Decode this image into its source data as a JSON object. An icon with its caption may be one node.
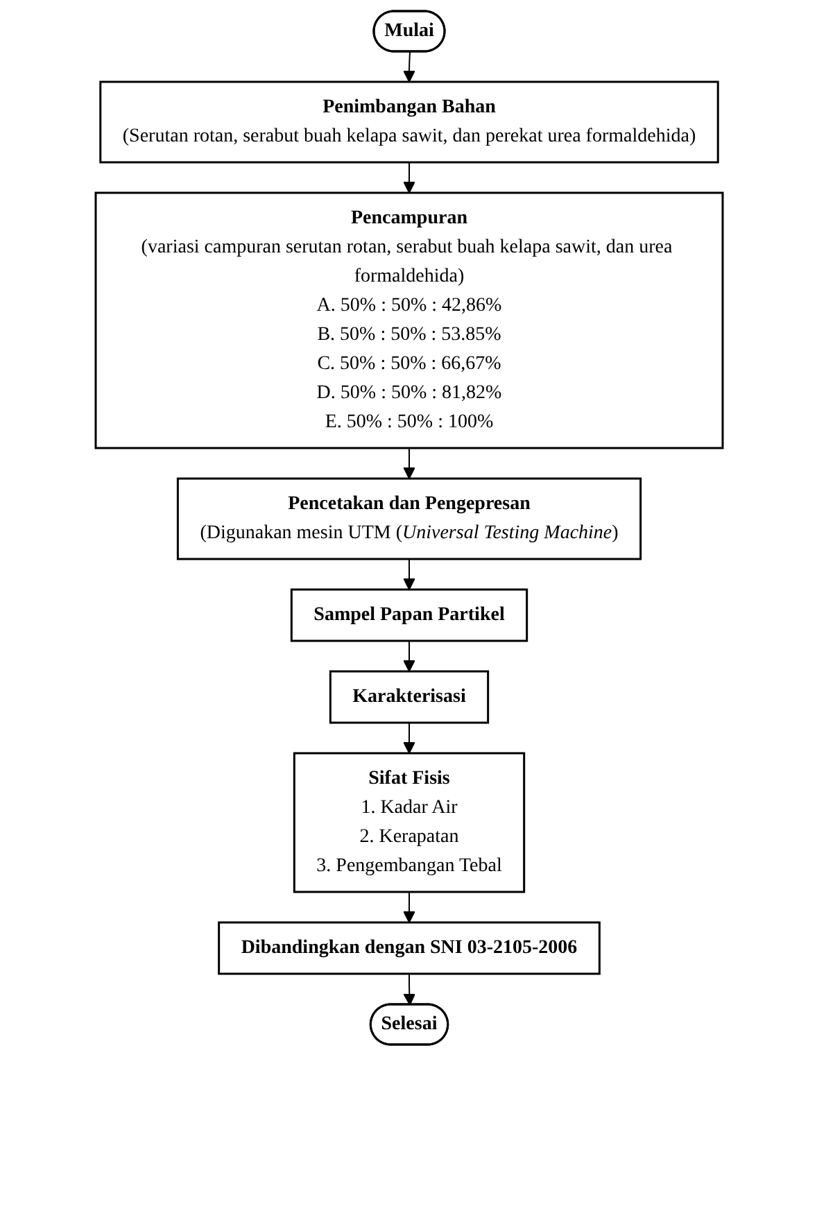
{
  "diagram": {
    "nodes": [
      {
        "text": [
          "Mulai"
        ]
      },
      {
        "text": [
          "Penimbangan Bahan",
          "(Serutan rotan, serabut buah kelapa sawit, dan perekat urea formaldehida)"
        ]
      },
      {
        "text": [
          "Pencampuran",
          "(variasi campuran serutan rotan, serabut buah kelapa sawit, dan urea formaldehida)",
          "A. 50% : 50% : 42,86%",
          "B. 50% : 50% : 53.85%",
          "C. 50% : 50% : 66,67%",
          "D. 50% : 50% : 81,82%",
          "E. 50% : 50% : 100%"
        ]
      },
      {
        "text": [
          "Pencetakan dan Pengepresan",
          "(Digunakan mesin UTM (*Universal Testing Machine*)"
        ]
      },
      {
        "text": [
          "Sampel Papan Partikel"
        ]
      },
      {
        "text": [
          "Karakterisasi"
        ]
      },
      {
        "text": [
          "Sifat Fisis",
          "1. Kadar Air",
          "2. Kerapatan",
          "3. Pengembangan Tebal"
        ]
      },
      {
        "text": [
          "Dibandingkan dengan SNI 03-2105-2006"
        ]
      },
      {
        "text": [
          "Selesai"
        ]
      }
    ],
    "edges": [
      {
        "from": 0,
        "to": 1,
        "arrow": "to"
      },
      {
        "from": 1,
        "to": 2,
        "arrow": "to"
      },
      {
        "from": 2,
        "to": 3,
        "arrow": "to"
      },
      {
        "from": 3,
        "to": 4,
        "arrow": "to"
      },
      {
        "from": 4,
        "to": 5,
        "arrow": "to"
      },
      {
        "from": 5,
        "to": 6,
        "arrow": "to"
      },
      {
        "from": 6,
        "to": 7,
        "arrow": "to"
      },
      {
        "from": 7,
        "to": 8,
        "arrow": "to"
      }
    ]
  }
}
